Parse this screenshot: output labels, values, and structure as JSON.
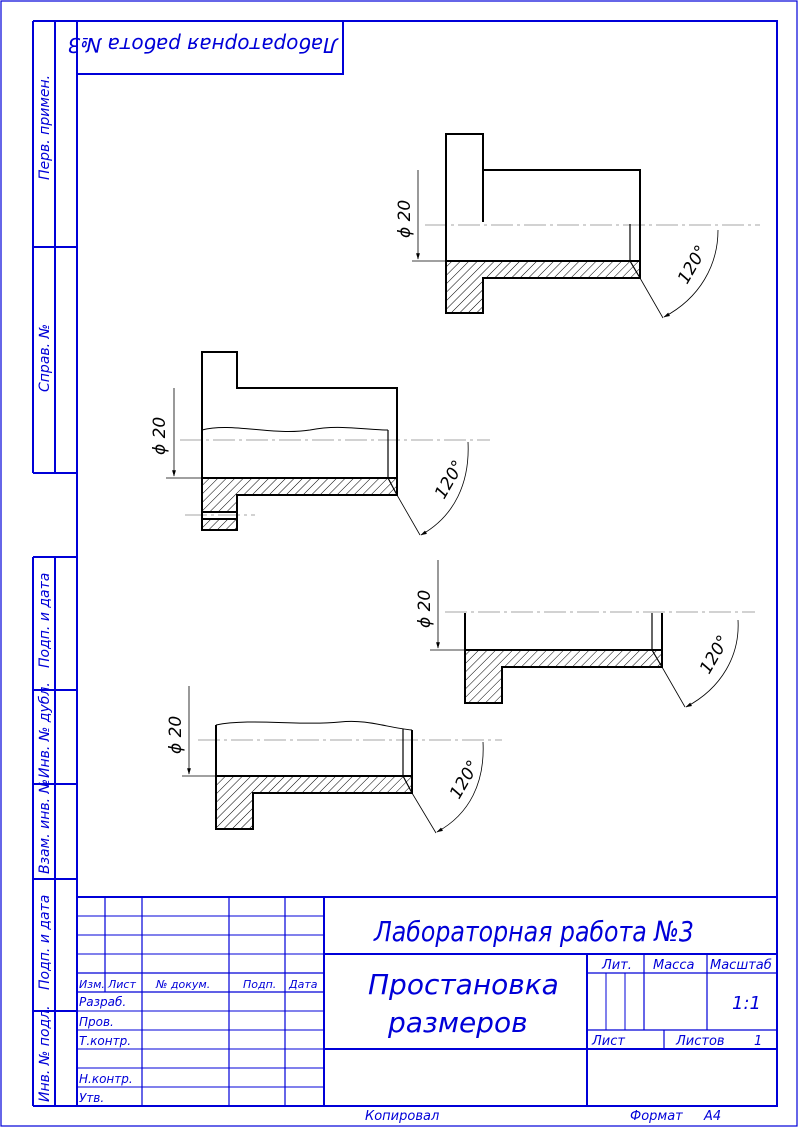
{
  "document": {
    "top_label": "Лабораторная работа №3",
    "side_labels": {
      "perv_primen": "Перв. примен.",
      "sprav_no": "Справ. №",
      "podp_data_1": "Подп. и дата",
      "inv_dubl": "Инв. № дубл.",
      "vzam_inv": "Взам. инв. №",
      "podp_data_2": "Подп. и дата",
      "inv_podl": "Инв. № подл."
    },
    "dimensions": {
      "diameter": "ϕ 20",
      "angle": "120°"
    },
    "title_block": {
      "document_title": "Лабораторная работа №3",
      "name_line_1": "Простановка",
      "name_line_2": "размеров",
      "col_izm": "Изм.",
      "col_list": "Лист",
      "col_doc_no": "№ докум.",
      "col_podp": "Подп.",
      "col_data": "Дата",
      "row_razrab": "Разраб.",
      "row_prov": "Пров.",
      "row_tkontr": "Т.контр.",
      "row_nkontr": "Н.контр.",
      "row_utv": "Утв.",
      "lit": "Лит.",
      "massa": "Масса",
      "masshtab": "Масштаб",
      "scale_value": "1:1",
      "sheet_label": "Лист",
      "sheets_label": "Листов",
      "sheets_value": "1"
    },
    "footer": {
      "copied": "Копировал",
      "format_label": "Формат",
      "format_value": "A4"
    }
  },
  "colors": {
    "frame": "#0000d8",
    "drawing": "#000000"
  }
}
